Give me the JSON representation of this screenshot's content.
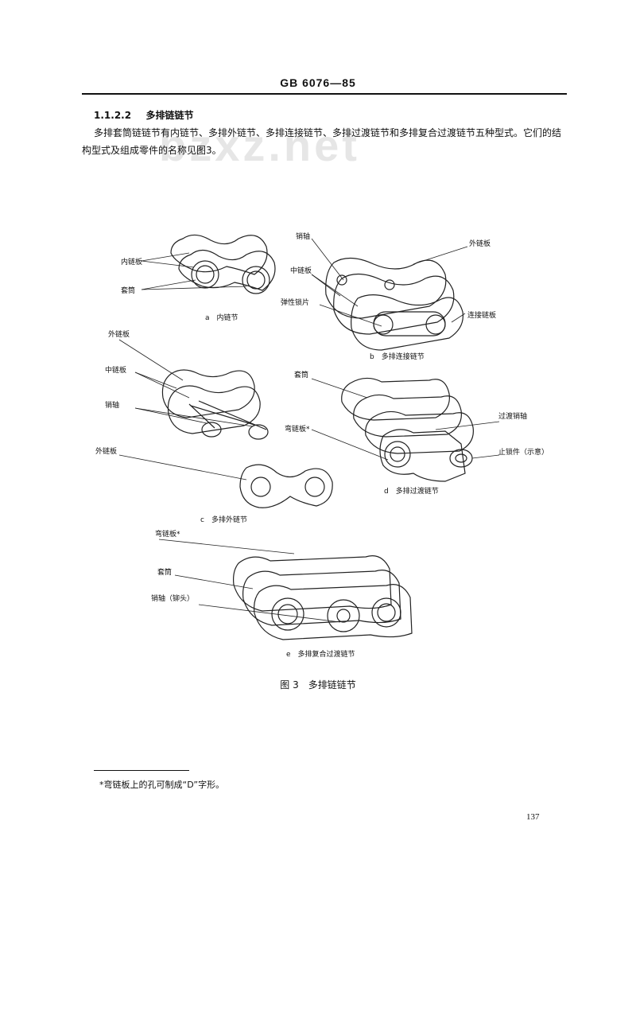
{
  "header": {
    "standard": "GB 6076—85"
  },
  "section": {
    "number": "1.1.2.2",
    "title": "多排链链节",
    "paragraph": "多排套筒链链节有内链节、多排外链节、多排连接链节、多排过渡链节和多排复合过渡链节五种型式。它们的结构型式及组成零件的名称见图3。"
  },
  "watermark": "bzxz.net",
  "figure": {
    "caption": "图 3　多排链链节",
    "subfigures": {
      "a": {
        "caption": "a　内链节",
        "labels": [
          "内链板",
          "套筒"
        ]
      },
      "b": {
        "caption": "b　多排连接链节",
        "labels": [
          "销轴",
          "中链板",
          "弹性锁片",
          "外链板",
          "连接链板"
        ]
      },
      "c": {
        "caption": "c　多排外链节",
        "labels": [
          "外链板",
          "中链板",
          "销轴",
          "外链板"
        ]
      },
      "d": {
        "caption": "d　多排过渡链节",
        "labels": [
          "套筒",
          "弯链板*",
          "过渡销轴",
          "止锁件（示意）"
        ]
      },
      "e": {
        "caption": "e　多排复合过渡链节",
        "labels": [
          "弯链板*",
          "套筒",
          "销轴（铆头）"
        ]
      }
    }
  },
  "footnote": "*弯链板上的孔可制成“D”字形。",
  "page_number": "137"
}
